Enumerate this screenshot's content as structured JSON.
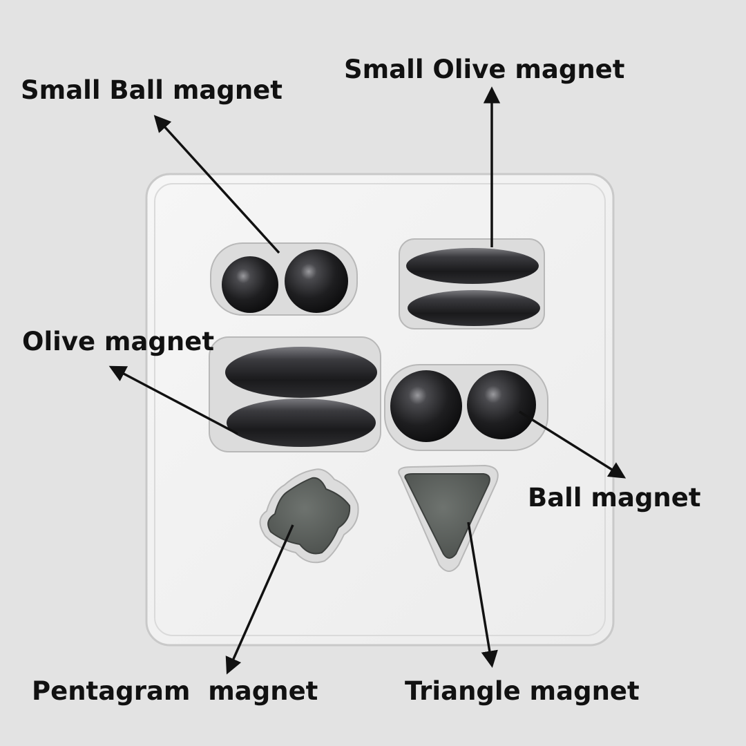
{
  "labels": {
    "small_ball": "Small Ball magnet",
    "small_olive": "Small Olive magnet",
    "olive": "Olive magnet",
    "ball": "Ball magnet",
    "pentagram": "Pentagram  magnet",
    "triangle": "Triangle magnet"
  },
  "colors": {
    "background": "#e3e3e3",
    "tray": "#f1f1f1",
    "hematite": "#2a2a2c",
    "matte_magnet": "#5d615e",
    "arrow": "#111111"
  }
}
